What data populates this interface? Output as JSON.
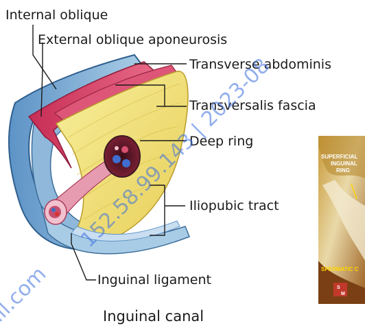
{
  "labels": {
    "internal_oblique": "Internal oblique",
    "external_oblique_aponeurosis": "External oblique aponeurosis",
    "transverse_abdominis": "Transverse abdominis",
    "transversalis_fascia": "Transversalis fascia",
    "deep_ring": "Deep ring",
    "iliopubic_tract": "Iliopubic tract",
    "inguinal_ligament": "Inguinal ligament"
  },
  "caption": "Inguinal canal",
  "photo": {
    "label_line1": "SUPERFICIAL",
    "label_line2": "INGUINAL",
    "label_line3": "RING",
    "label_bottom": "SPERMATIC C",
    "badge_top": "S",
    "badge_bottom": "M"
  },
  "watermark": {
    "line1": "152.58.99.143 | 2023-08",
    "line2": "ail.com"
  },
  "colors": {
    "external_oblique": "#6d9ec9",
    "internal_oblique": "#d2385e",
    "transversalis": "#f2e27a",
    "watermark": "#3b6fe0"
  }
}
